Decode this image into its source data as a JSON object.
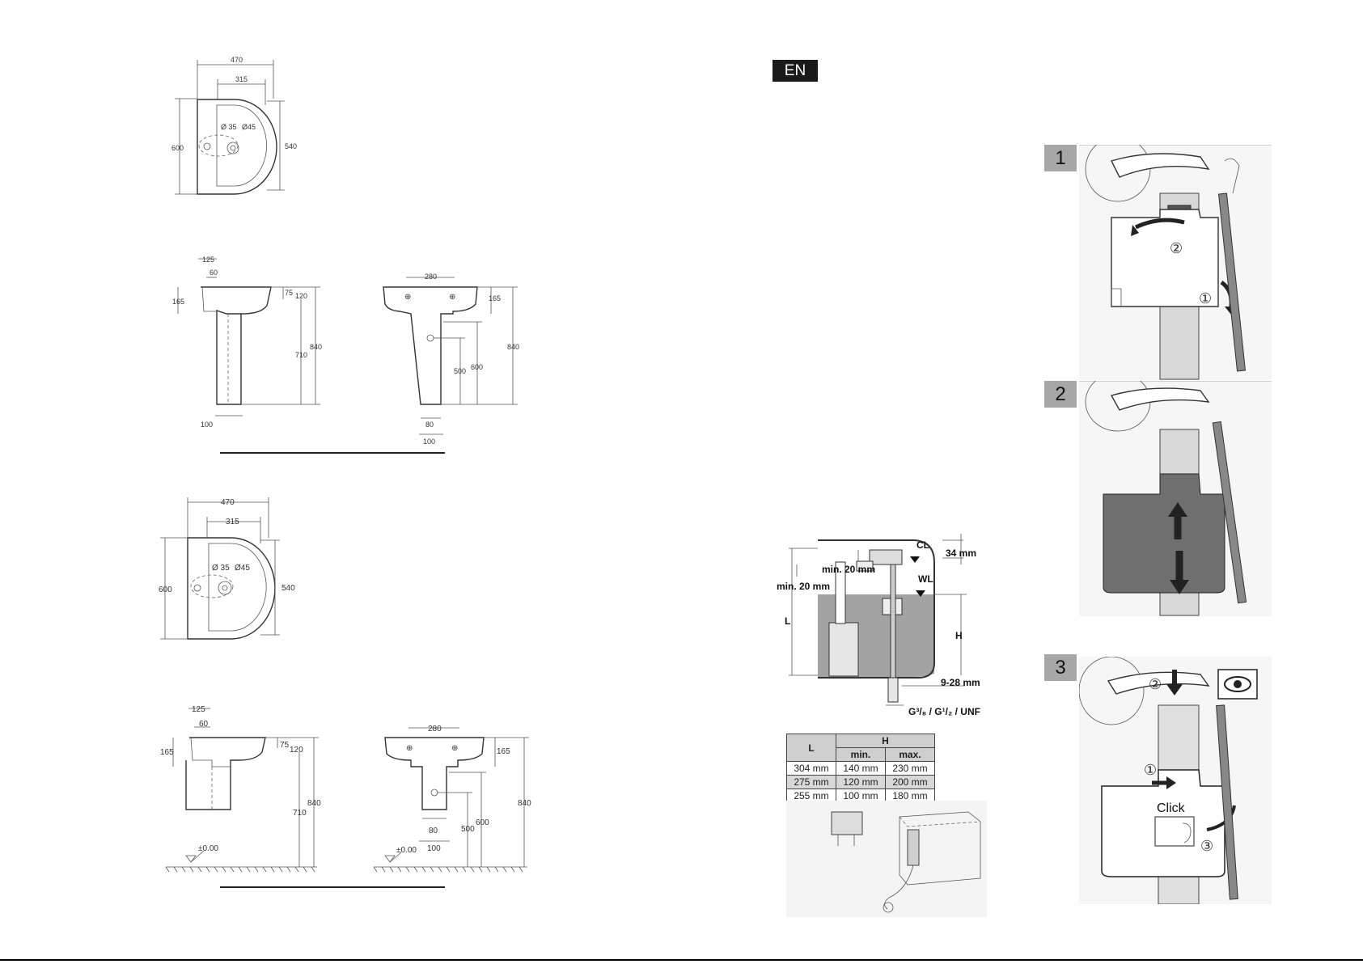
{
  "lang_badge": "EN",
  "steps": [
    "1",
    "2",
    "3"
  ],
  "drawings": {
    "top1": {
      "d470": "470",
      "d315": "315",
      "d35": "Ø 35",
      "d45": "Ø45",
      "d600": "600",
      "d540": "540"
    },
    "side1": {
      "d125": "125",
      "d60": "60",
      "d165": "165",
      "d75": "75",
      "d120": "120",
      "d840": "840",
      "d710": "710",
      "d100": "100"
    },
    "front1": {
      "d280": "280",
      "d165": "165",
      "d840": "840",
      "d600": "600",
      "d500": "500",
      "d80": "80",
      "d100": "100"
    },
    "top2": {
      "d470": "470",
      "d315": "315",
      "d35": "Ø 35",
      "d45": "Ø45",
      "d600": "600",
      "d540": "540"
    },
    "side2": {
      "d125": "125",
      "d60": "60",
      "d165": "165",
      "d75": "75",
      "d120": "120",
      "d840": "840",
      "d710": "710",
      "floor": "±0.00"
    },
    "front2": {
      "d280": "280",
      "d165": "165",
      "d840": "840",
      "d600": "600",
      "d500": "500",
      "d80": "80",
      "d100": "100",
      "floor": "±0.00"
    }
  },
  "cistern": {
    "cl": "CL",
    "wl": "WL",
    "d34": "34 mm",
    "min20a": "min. 20 mm",
    "min20b": "min. 20 mm",
    "L": "L",
    "H": "H",
    "d928": "9-28 mm",
    "thread": "G³/₈ / G¹/₂ / UNF"
  },
  "table": {
    "col_l": "L",
    "col_h": "H",
    "min": "min.",
    "max": "max.",
    "rows": [
      {
        "l": "304 mm",
        "min": "140 mm",
        "max": "230 mm"
      },
      {
        "l": "275 mm",
        "min": "120 mm",
        "max": "200 mm"
      },
      {
        "l": "255 mm",
        "min": "100 mm",
        "max": "180 mm"
      }
    ]
  },
  "step1": {
    "c1": "①",
    "c2": "②"
  },
  "step3": {
    "c1": "①",
    "c2": "②",
    "c3": "③",
    "click": "Click"
  }
}
